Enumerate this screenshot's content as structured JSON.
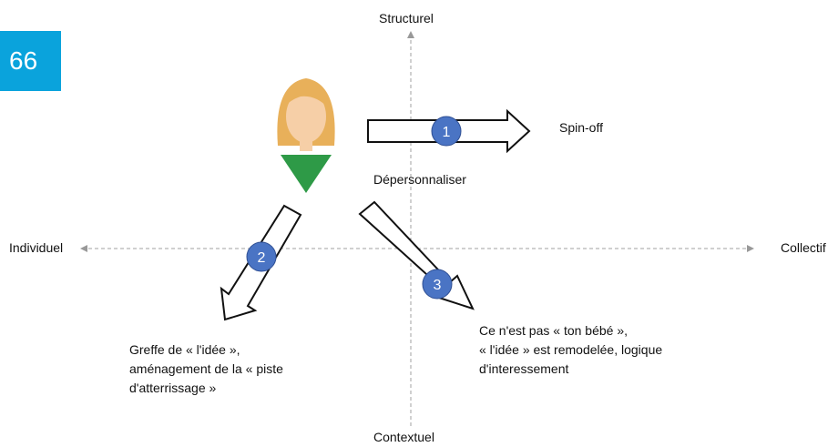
{
  "slide": {
    "page_number": "66"
  },
  "axes": {
    "top": "Structurel",
    "bottom": "Contextuel",
    "left": "Individuel",
    "right": "Collectif"
  },
  "arrows": [
    {
      "number": "1",
      "label": "Spin-off"
    },
    {
      "number": "2",
      "label_lines": [
        "Greffe de « l'idée »,",
        "aménagement de la « piste",
        "d'atterrissage »"
      ]
    },
    {
      "number": "3",
      "label_lines": [
        "Ce n'est pas « ton bébé »,",
        "« l'idée » est remodelée, logique",
        "d'interessement"
      ]
    }
  ],
  "center_label": "Dépersonnaliser",
  "colors": {
    "badge": "#0aa3dc",
    "number_circle": "#4a74c4",
    "hair": "#e8b05a",
    "skin": "#f6cfa7",
    "shirt": "#2e9a47"
  }
}
